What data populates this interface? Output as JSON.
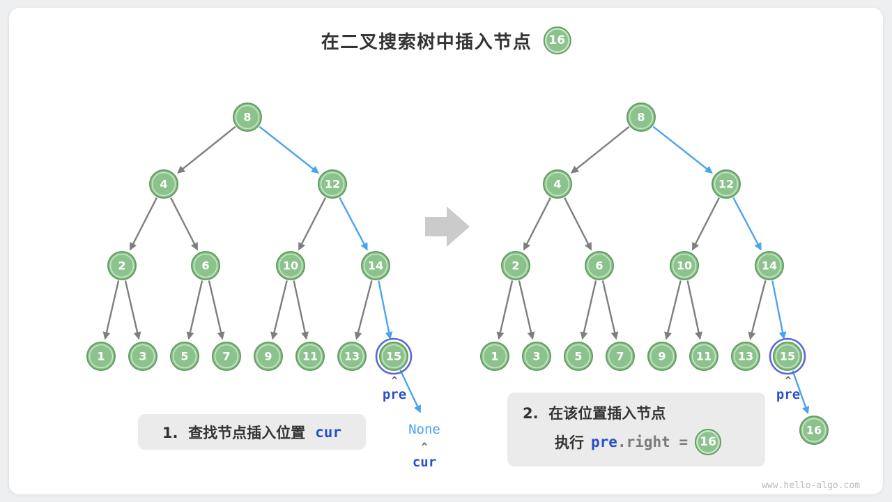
{
  "title": {
    "text": "在二叉搜索树中插入节点",
    "node_value": "16"
  },
  "watermark": "www.hello-algo.com",
  "colors": {
    "node_fill": "#8CC38C",
    "node_stroke": "#639F63",
    "node_text": "#FFFFFF",
    "edge_gray": "#7E7E7E",
    "edge_blue": "#4AA3F0",
    "highlight_ring": "#5A68D5",
    "code_blue": "#2850C8",
    "none_blue": "#4AA3F0",
    "caption_bg": "#EBEBEB",
    "transition_arrow": "#CBCBCB"
  },
  "captions": {
    "step1": {
      "text": "1.  查找节点插入位置",
      "code": "cur"
    },
    "step2": {
      "line1": "2.  在该位置插入节点",
      "action_prefix": "执行",
      "code_var": "pre",
      "code_rest": ".right =",
      "node_value": "16"
    }
  },
  "labels": {
    "pre_left": "pre",
    "pre_right": "pre",
    "cur": "cur",
    "none": "None",
    "caret": "^"
  },
  "trees": {
    "left": {
      "highlighted": "15",
      "nodes": [
        {
          "id": "8",
          "value": "8"
        },
        {
          "id": "4",
          "value": "4"
        },
        {
          "id": "12",
          "value": "12"
        },
        {
          "id": "2",
          "value": "2"
        },
        {
          "id": "6",
          "value": "6"
        },
        {
          "id": "10",
          "value": "10"
        },
        {
          "id": "14",
          "value": "14"
        },
        {
          "id": "1",
          "value": "1"
        },
        {
          "id": "3",
          "value": "3"
        },
        {
          "id": "5",
          "value": "5"
        },
        {
          "id": "7",
          "value": "7"
        },
        {
          "id": "9",
          "value": "9"
        },
        {
          "id": "11",
          "value": "11"
        },
        {
          "id": "13",
          "value": "13"
        },
        {
          "id": "15",
          "value": "15"
        }
      ],
      "edges": [
        {
          "from": "8",
          "to": "4",
          "style": "gray"
        },
        {
          "from": "8",
          "to": "12",
          "style": "blue"
        },
        {
          "from": "4",
          "to": "2",
          "style": "gray"
        },
        {
          "from": "4",
          "to": "6",
          "style": "gray"
        },
        {
          "from": "12",
          "to": "10",
          "style": "gray"
        },
        {
          "from": "12",
          "to": "14",
          "style": "blue"
        },
        {
          "from": "2",
          "to": "1",
          "style": "gray"
        },
        {
          "from": "2",
          "to": "3",
          "style": "gray"
        },
        {
          "from": "6",
          "to": "5",
          "style": "gray"
        },
        {
          "from": "6",
          "to": "7",
          "style": "gray"
        },
        {
          "from": "10",
          "to": "9",
          "style": "gray"
        },
        {
          "from": "10",
          "to": "11",
          "style": "gray"
        },
        {
          "from": "14",
          "to": "13",
          "style": "gray"
        },
        {
          "from": "14",
          "to": "15",
          "style": "blue"
        },
        {
          "from": "15",
          "to": "@none",
          "style": "blue"
        }
      ]
    },
    "right": {
      "highlighted": "15",
      "nodes": [
        {
          "id": "8",
          "value": "8"
        },
        {
          "id": "4",
          "value": "4"
        },
        {
          "id": "12",
          "value": "12"
        },
        {
          "id": "2",
          "value": "2"
        },
        {
          "id": "6",
          "value": "6"
        },
        {
          "id": "10",
          "value": "10"
        },
        {
          "id": "14",
          "value": "14"
        },
        {
          "id": "1",
          "value": "1"
        },
        {
          "id": "3",
          "value": "3"
        },
        {
          "id": "5",
          "value": "5"
        },
        {
          "id": "7",
          "value": "7"
        },
        {
          "id": "9",
          "value": "9"
        },
        {
          "id": "11",
          "value": "11"
        },
        {
          "id": "13",
          "value": "13"
        },
        {
          "id": "15",
          "value": "15"
        },
        {
          "id": "16",
          "value": "16"
        }
      ],
      "edges": [
        {
          "from": "8",
          "to": "4",
          "style": "gray"
        },
        {
          "from": "8",
          "to": "12",
          "style": "blue"
        },
        {
          "from": "4",
          "to": "2",
          "style": "gray"
        },
        {
          "from": "4",
          "to": "6",
          "style": "gray"
        },
        {
          "from": "12",
          "to": "10",
          "style": "gray"
        },
        {
          "from": "12",
          "to": "14",
          "style": "blue"
        },
        {
          "from": "2",
          "to": "1",
          "style": "gray"
        },
        {
          "from": "2",
          "to": "3",
          "style": "gray"
        },
        {
          "from": "6",
          "to": "5",
          "style": "gray"
        },
        {
          "from": "6",
          "to": "7",
          "style": "gray"
        },
        {
          "from": "10",
          "to": "9",
          "style": "gray"
        },
        {
          "from": "10",
          "to": "11",
          "style": "gray"
        },
        {
          "from": "14",
          "to": "13",
          "style": "gray"
        },
        {
          "from": "14",
          "to": "15",
          "style": "blue"
        },
        {
          "from": "15",
          "to": "16",
          "style": "blue"
        }
      ]
    }
  }
}
